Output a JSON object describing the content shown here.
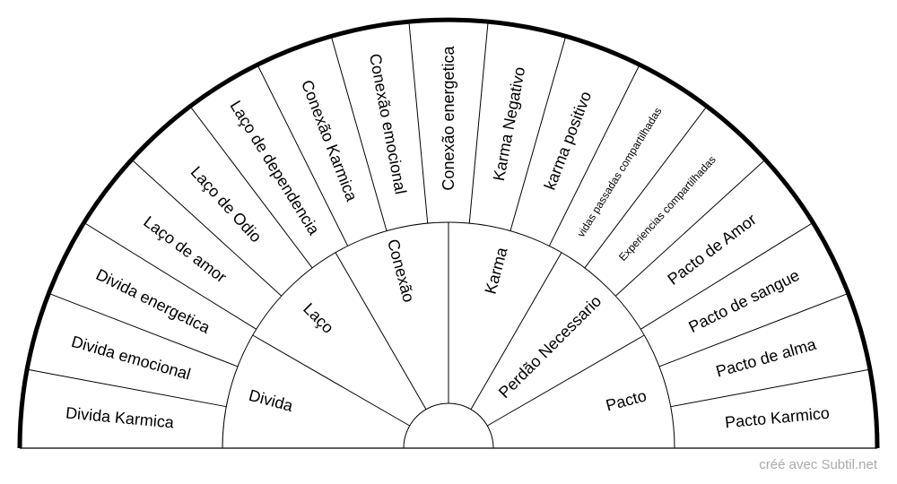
{
  "outer_sectors": [
    "Divida Karmica",
    "Divida emocional",
    "Divida energetica",
    "Laço de amor",
    "Laço de Odio",
    "Laço de dependencia",
    "Conexão Karmica",
    "Conexão emocional",
    "Conexão energetica",
    "Karma Negativo",
    "karma positivo",
    "vidas passadas compartilhadas",
    "Experiencias compartilhadas",
    "Pacto de Amor",
    "Pacto de sangue",
    "Pacto de alma",
    "Pacto Karmico"
  ],
  "inner_sectors": [
    "Divida",
    "Laço",
    "Conexão",
    "Karma",
    "Perdão Necessario",
    "Pacto"
  ],
  "footer": {
    "credit": "créé avec Subtil.net"
  },
  "colors": {
    "line": "#000000",
    "credit": "#aaaaaa"
  }
}
